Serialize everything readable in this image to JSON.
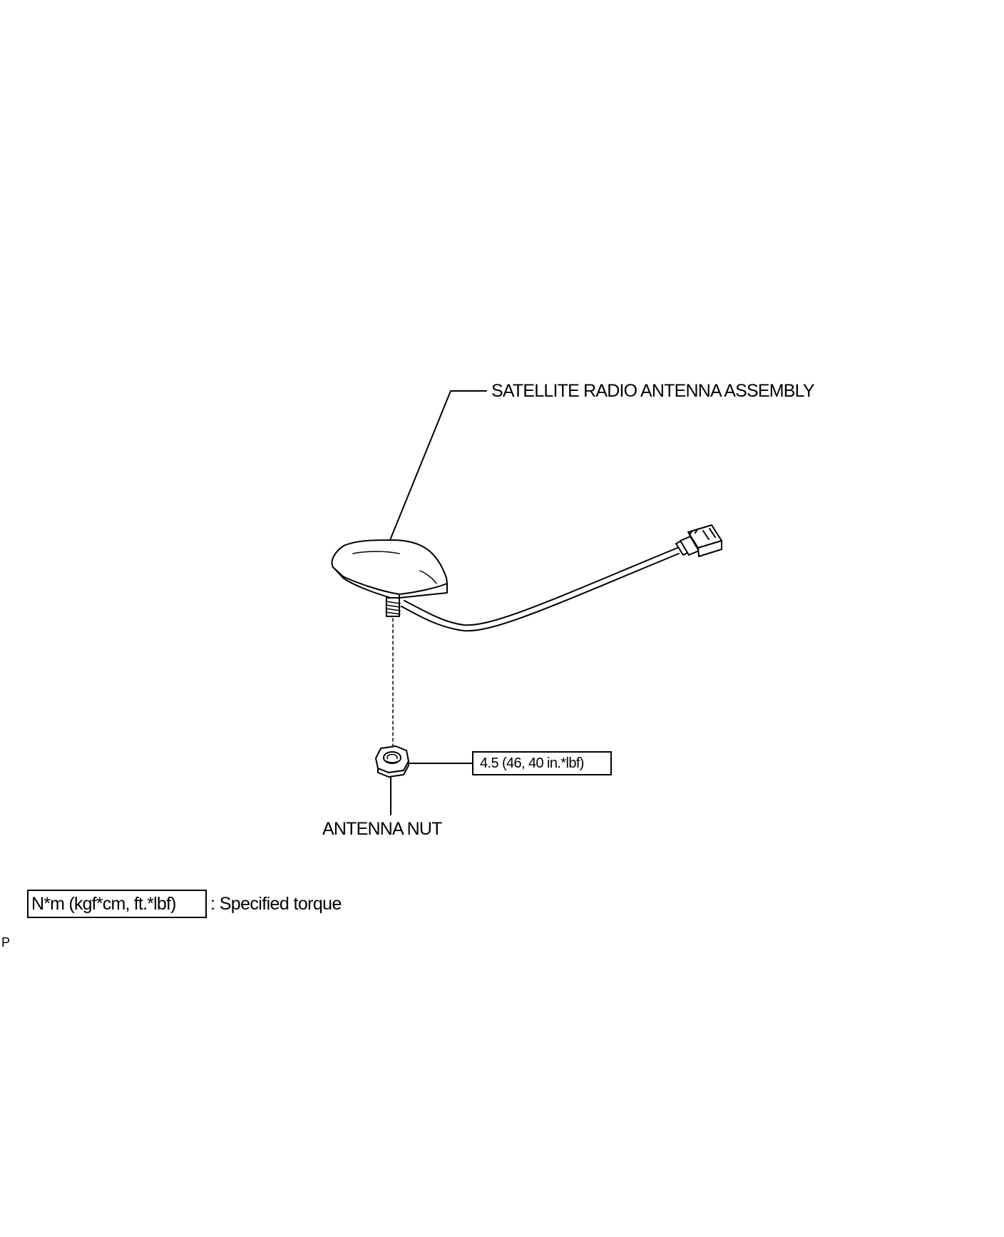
{
  "labels": {
    "assembly": "SATELLITE RADIO ANTENNA ASSEMBLY",
    "nut": "ANTENNA NUT",
    "torque_value": "4.5 (46, 40 in.*lbf)"
  },
  "legend": {
    "units": "N*m (kgf*cm, ft.*lbf)",
    "description": ": Specified torque"
  },
  "page_code": "P",
  "icons": [
    "antenna-assembly-icon",
    "antenna-nut-icon",
    "connector-icon"
  ]
}
